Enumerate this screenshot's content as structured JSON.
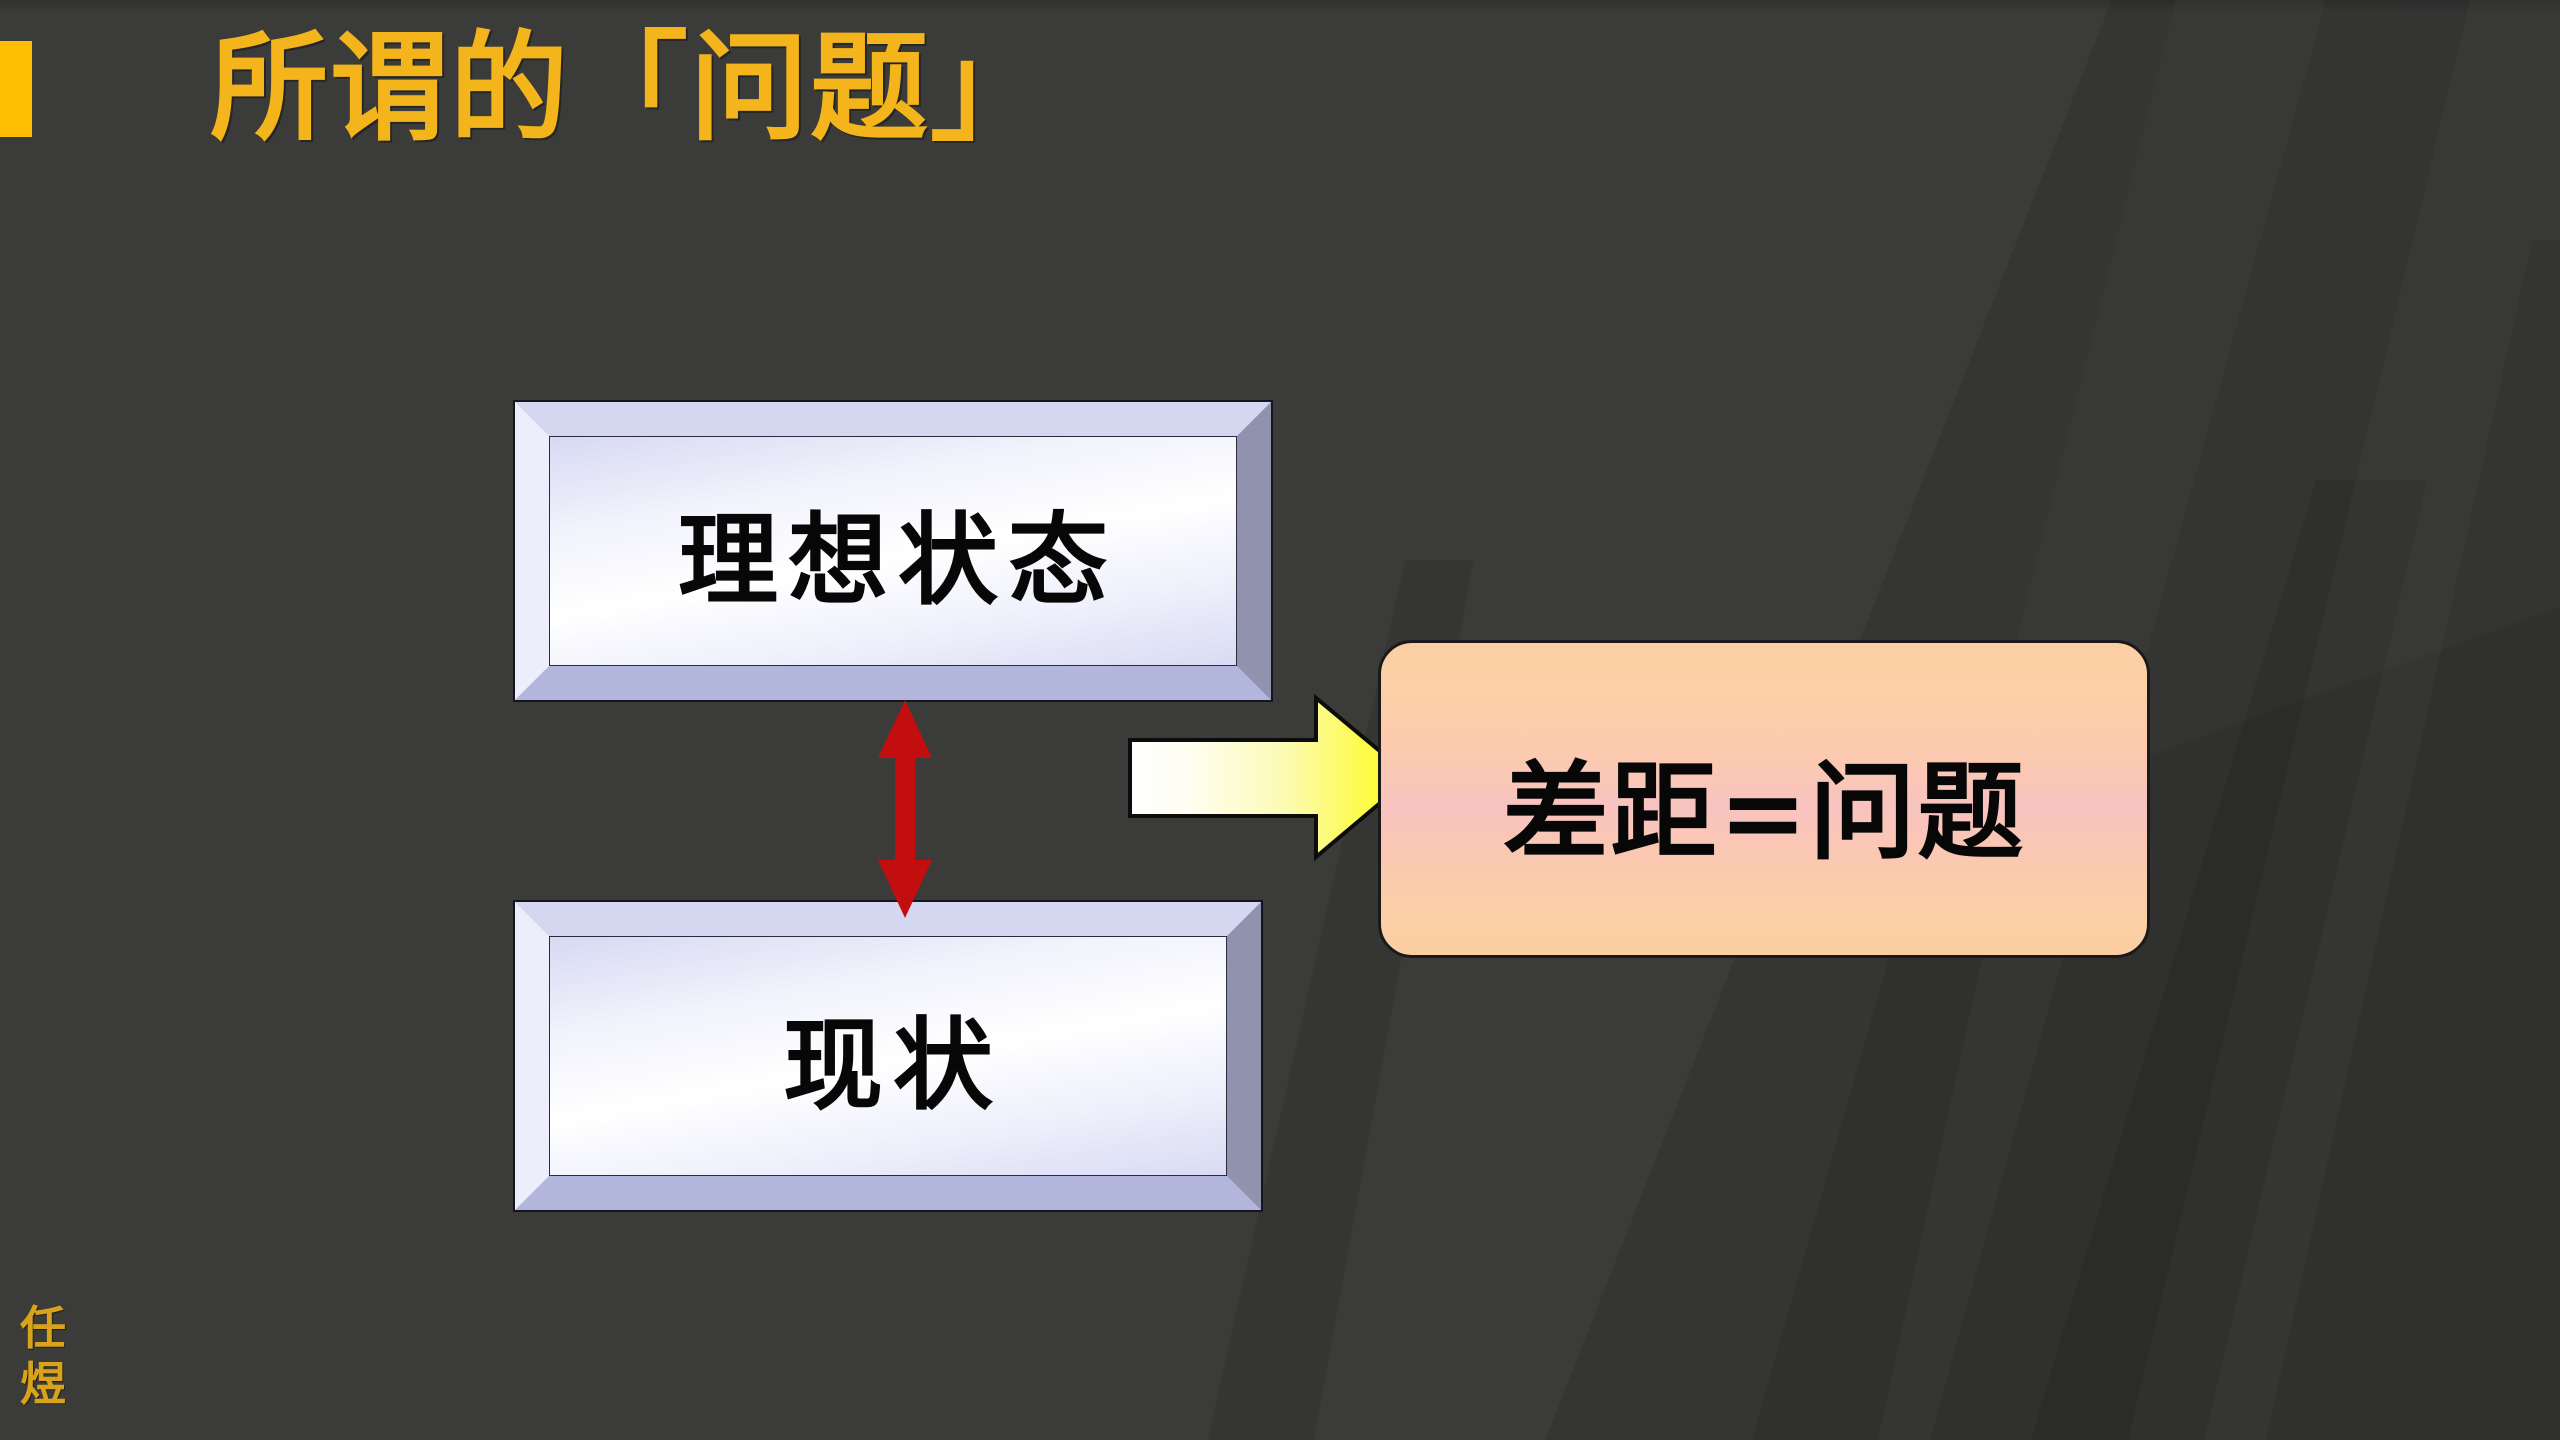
{
  "slide": {
    "title": "所谓的「问题」",
    "accent_color": "#FFBE04",
    "title_color": "#F4B51C",
    "background_color": "#3b3b39"
  },
  "diagram": {
    "boxes": [
      {
        "id": "ideal",
        "label": "理想状态",
        "style": "beveled-3d",
        "fill": "#ffffff"
      },
      {
        "id": "current",
        "label": "现状",
        "style": "beveled-3d",
        "fill": "#ffffff"
      }
    ],
    "result": {
      "label": "差距=问题",
      "fill_start": "#fbcfa4",
      "fill_mid": "#f8c3c0",
      "fill_end": "#fbcda1",
      "border_color": "#1a1a1a"
    },
    "connectors": [
      {
        "id": "gap-arrow",
        "type": "double-headed-vertical-arrow",
        "color": "#C20E0E",
        "from": "ideal",
        "to": "current"
      },
      {
        "id": "flow-arrow",
        "type": "block-arrow-right",
        "fill_start": "#ffffff",
        "fill_end": "#FFFF14",
        "stroke": "#101010",
        "to": "result"
      }
    ]
  },
  "signature": {
    "line1": "任",
    "line2": "煜",
    "color": "#D8A21A"
  }
}
